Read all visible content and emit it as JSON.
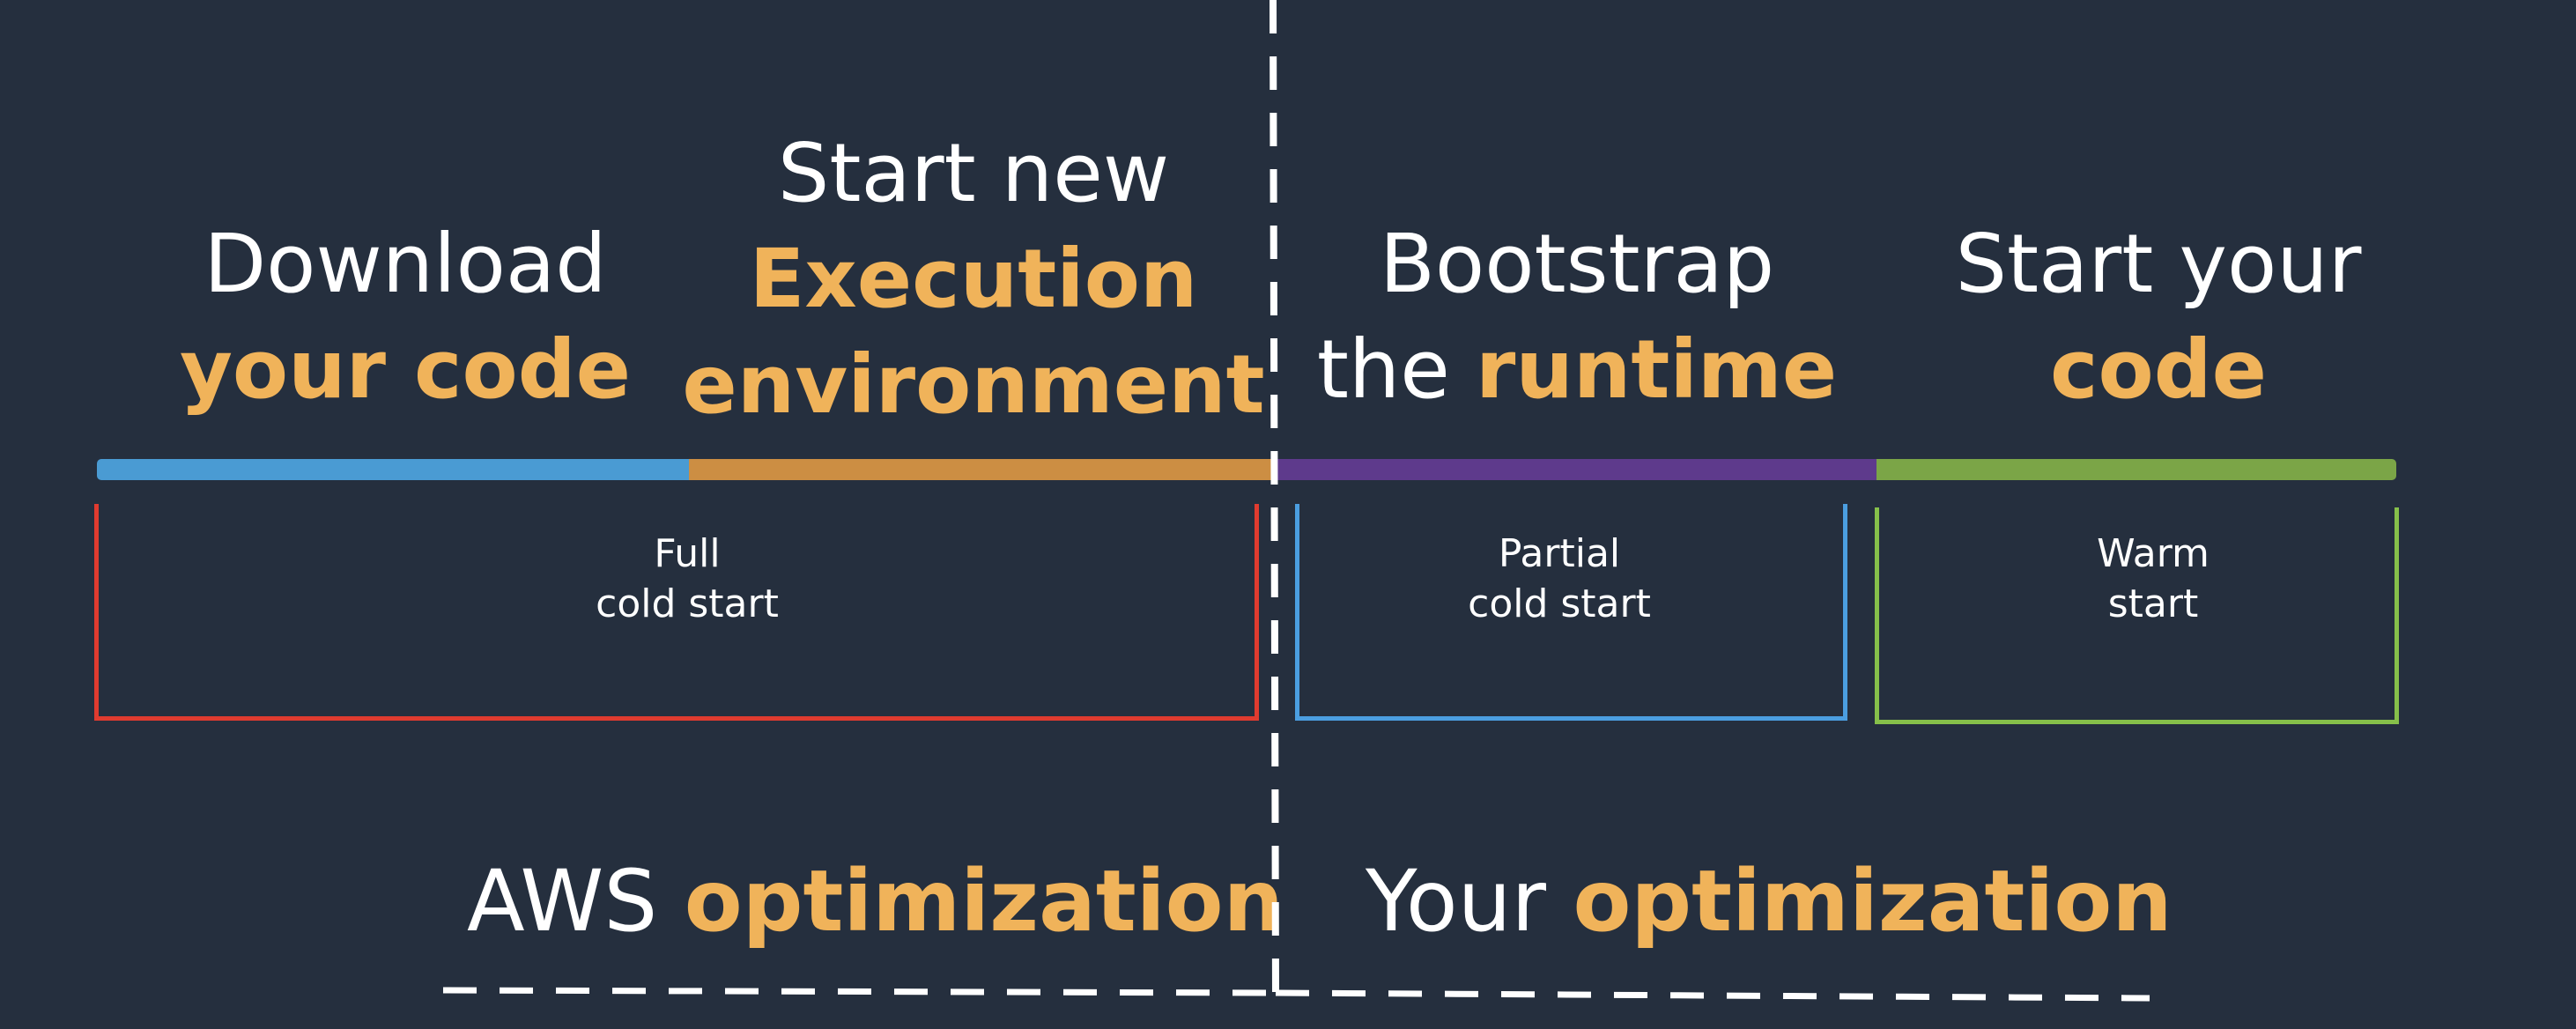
{
  "stages": [
    {
      "line1": "Download",
      "line2": "your code",
      "line1_style": "plain",
      "line2_style": "bold-orange",
      "bar_color": "#4a9bd3"
    },
    {
      "line1": "Start new",
      "line2": "Execution",
      "line3": "environment",
      "bar_color": "#cc8e43"
    },
    {
      "line1": "Bootstrap",
      "line2_plain": "the",
      "line2_bold": "runtime",
      "bar_color": "#5e3a8c"
    },
    {
      "line1": "Start your",
      "line2": "code",
      "bar_color": "#7ba547"
    }
  ],
  "brackets": [
    {
      "line1": "Full",
      "line2": "cold start",
      "color": "#e03b2f"
    },
    {
      "line1": "Partial",
      "line2": "cold start",
      "color": "#4b9ee0"
    },
    {
      "line1": "Warm",
      "line2": "start",
      "color": "#86c04a"
    }
  ],
  "optimization": {
    "left_plain": "AWS",
    "left_bold": "optimization",
    "right_plain": "Your",
    "right_bold": "optimization"
  },
  "colors": {
    "background": "#252f3e",
    "accent_orange": "#f0b35a",
    "text_white": "#ffffff",
    "dashed_line": "#ffffff"
  }
}
